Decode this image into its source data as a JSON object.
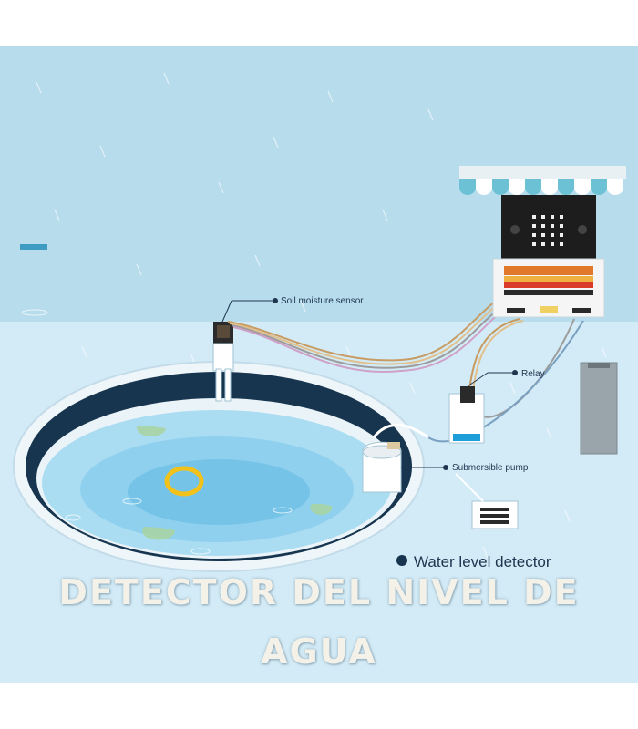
{
  "title": {
    "line1": "DETECTOR DEL NIVEL DE",
    "line2": "AGUA"
  },
  "labels": {
    "soil_moisture_sensor": "Soil moisture sensor",
    "relay": "Relay",
    "submersible_pump": "Submersible pump",
    "water_level_detector": "Water level detector"
  },
  "colors": {
    "sky": "#b7dcec",
    "ground": "#d3ebf6",
    "pool_rim": "#17354f",
    "water": "#8fd0ef",
    "title": "#f4f1e8"
  }
}
